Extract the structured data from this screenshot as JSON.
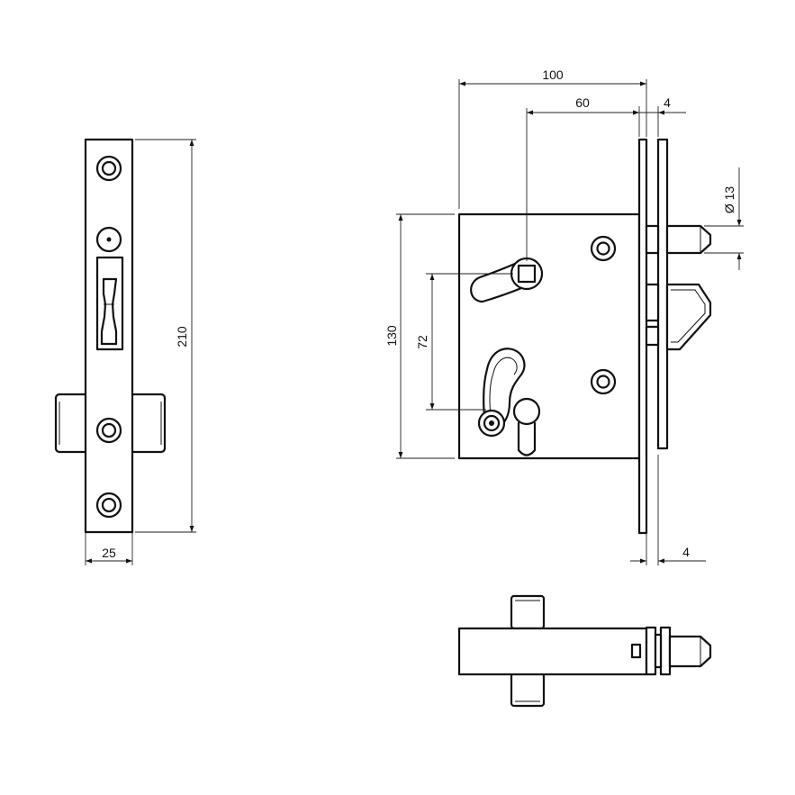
{
  "dimensions": {
    "front_width": "25",
    "front_height": "210",
    "side_depth": "100",
    "backset": "60",
    "faceplate_thickness": "4",
    "faceplate_thickness_bottom": "4",
    "case_height": "130",
    "handle_to_key": "72",
    "bolt_diameter": "13"
  },
  "symbols": {
    "diameter": "Ø"
  }
}
